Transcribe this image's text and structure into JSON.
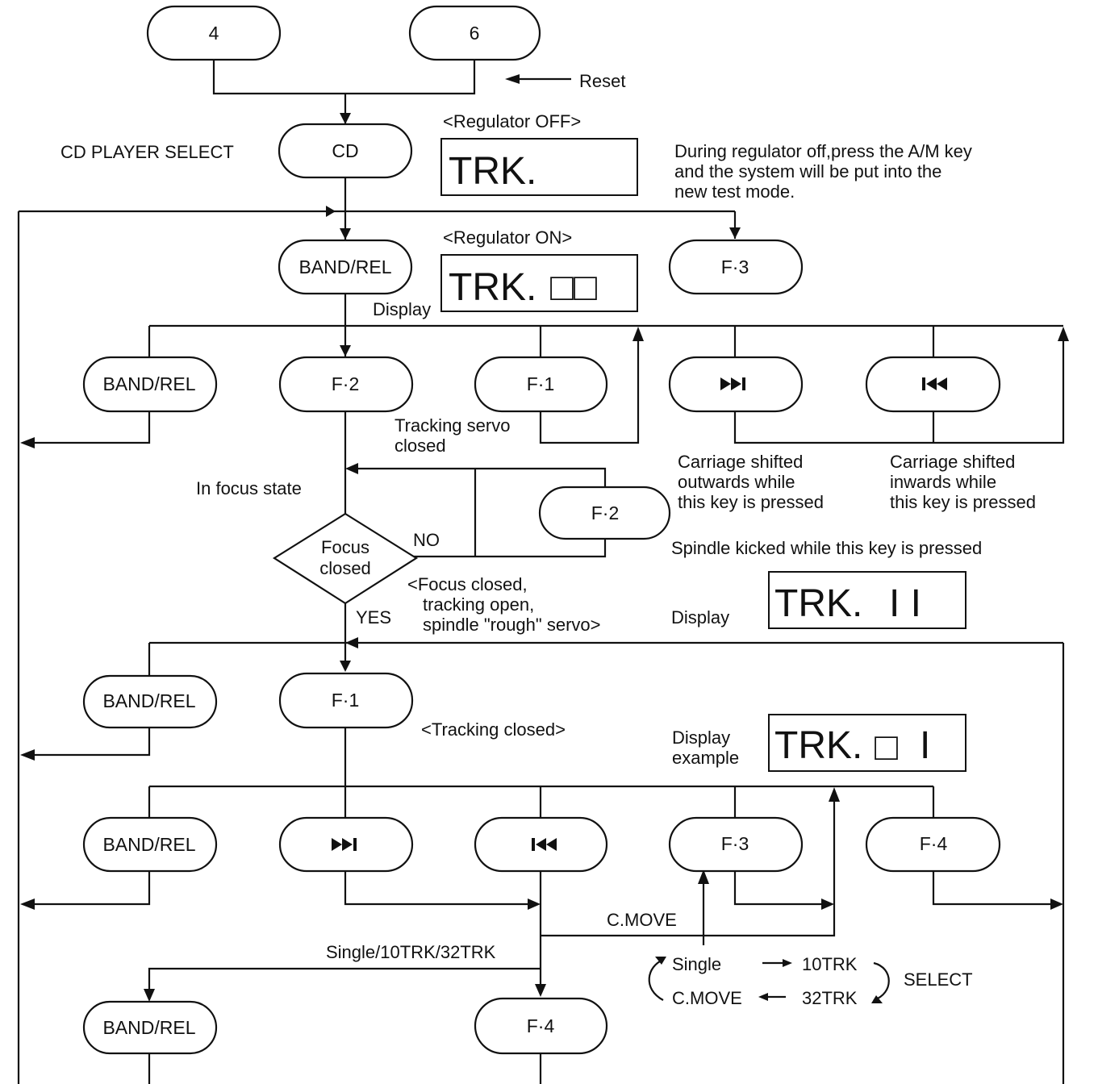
{
  "keys": {
    "four": "4",
    "six": "6",
    "cd": "CD",
    "band_rel": "BAND/REL",
    "f1": "F·1",
    "f2": "F·2",
    "f3": "F·3",
    "f4": "F·4"
  },
  "icons": {
    "next": "next-track-icon",
    "prev": "previous-track-icon"
  },
  "labels": {
    "reset": "Reset",
    "cd_player_select": "CD PLAYER SELECT",
    "regulator_off": "<Regulator  OFF>",
    "regulator_on": "<Regulator  ON>",
    "regulator_note_1": "During regulator off,press the A/M key",
    "regulator_note_2": "and the system will be put into the",
    "regulator_note_3": "new test mode.",
    "display": "Display",
    "tracking_servo_1": "Tracking  servo",
    "tracking_servo_2": "closed",
    "carriage_out_1": "Carriage  shifted",
    "carriage_out_2": "outwards  while",
    "carriage_out_3": "this  key  is  pressed",
    "carriage_in_1": "Carriage  shifted",
    "carriage_in_2": "inwards  while",
    "carriage_in_3": "this  key  is  pressed",
    "in_focus_state": "In  focus  state",
    "spindle_kicked": "Spindle  kicked  while  this  key  is  pressed",
    "decision_1": "Focus",
    "decision_2": "closed",
    "no": "NO",
    "yes": "YES",
    "focus_closed_1": "<Focus  closed,",
    "focus_closed_2": "tracking  open,",
    "focus_closed_3": "spindle  \"rough\"  servo>",
    "tracking_closed": "<Tracking  closed>",
    "display_example_1": "Display",
    "display_example_2": "example",
    "c_move": "C.MOVE",
    "single_10_32": "Single/10TRK/32TRK",
    "cycle_single": "Single",
    "cycle_10trk": "10TRK",
    "cycle_32trk": "32TRK",
    "cycle_cmove": "C.MOVE",
    "select": "SELECT"
  },
  "lcd": {
    "trk": "TRK.",
    "blank": "□□",
    "ones": "I I",
    "zero_one_a": "□",
    "zero_one_b": "I"
  }
}
